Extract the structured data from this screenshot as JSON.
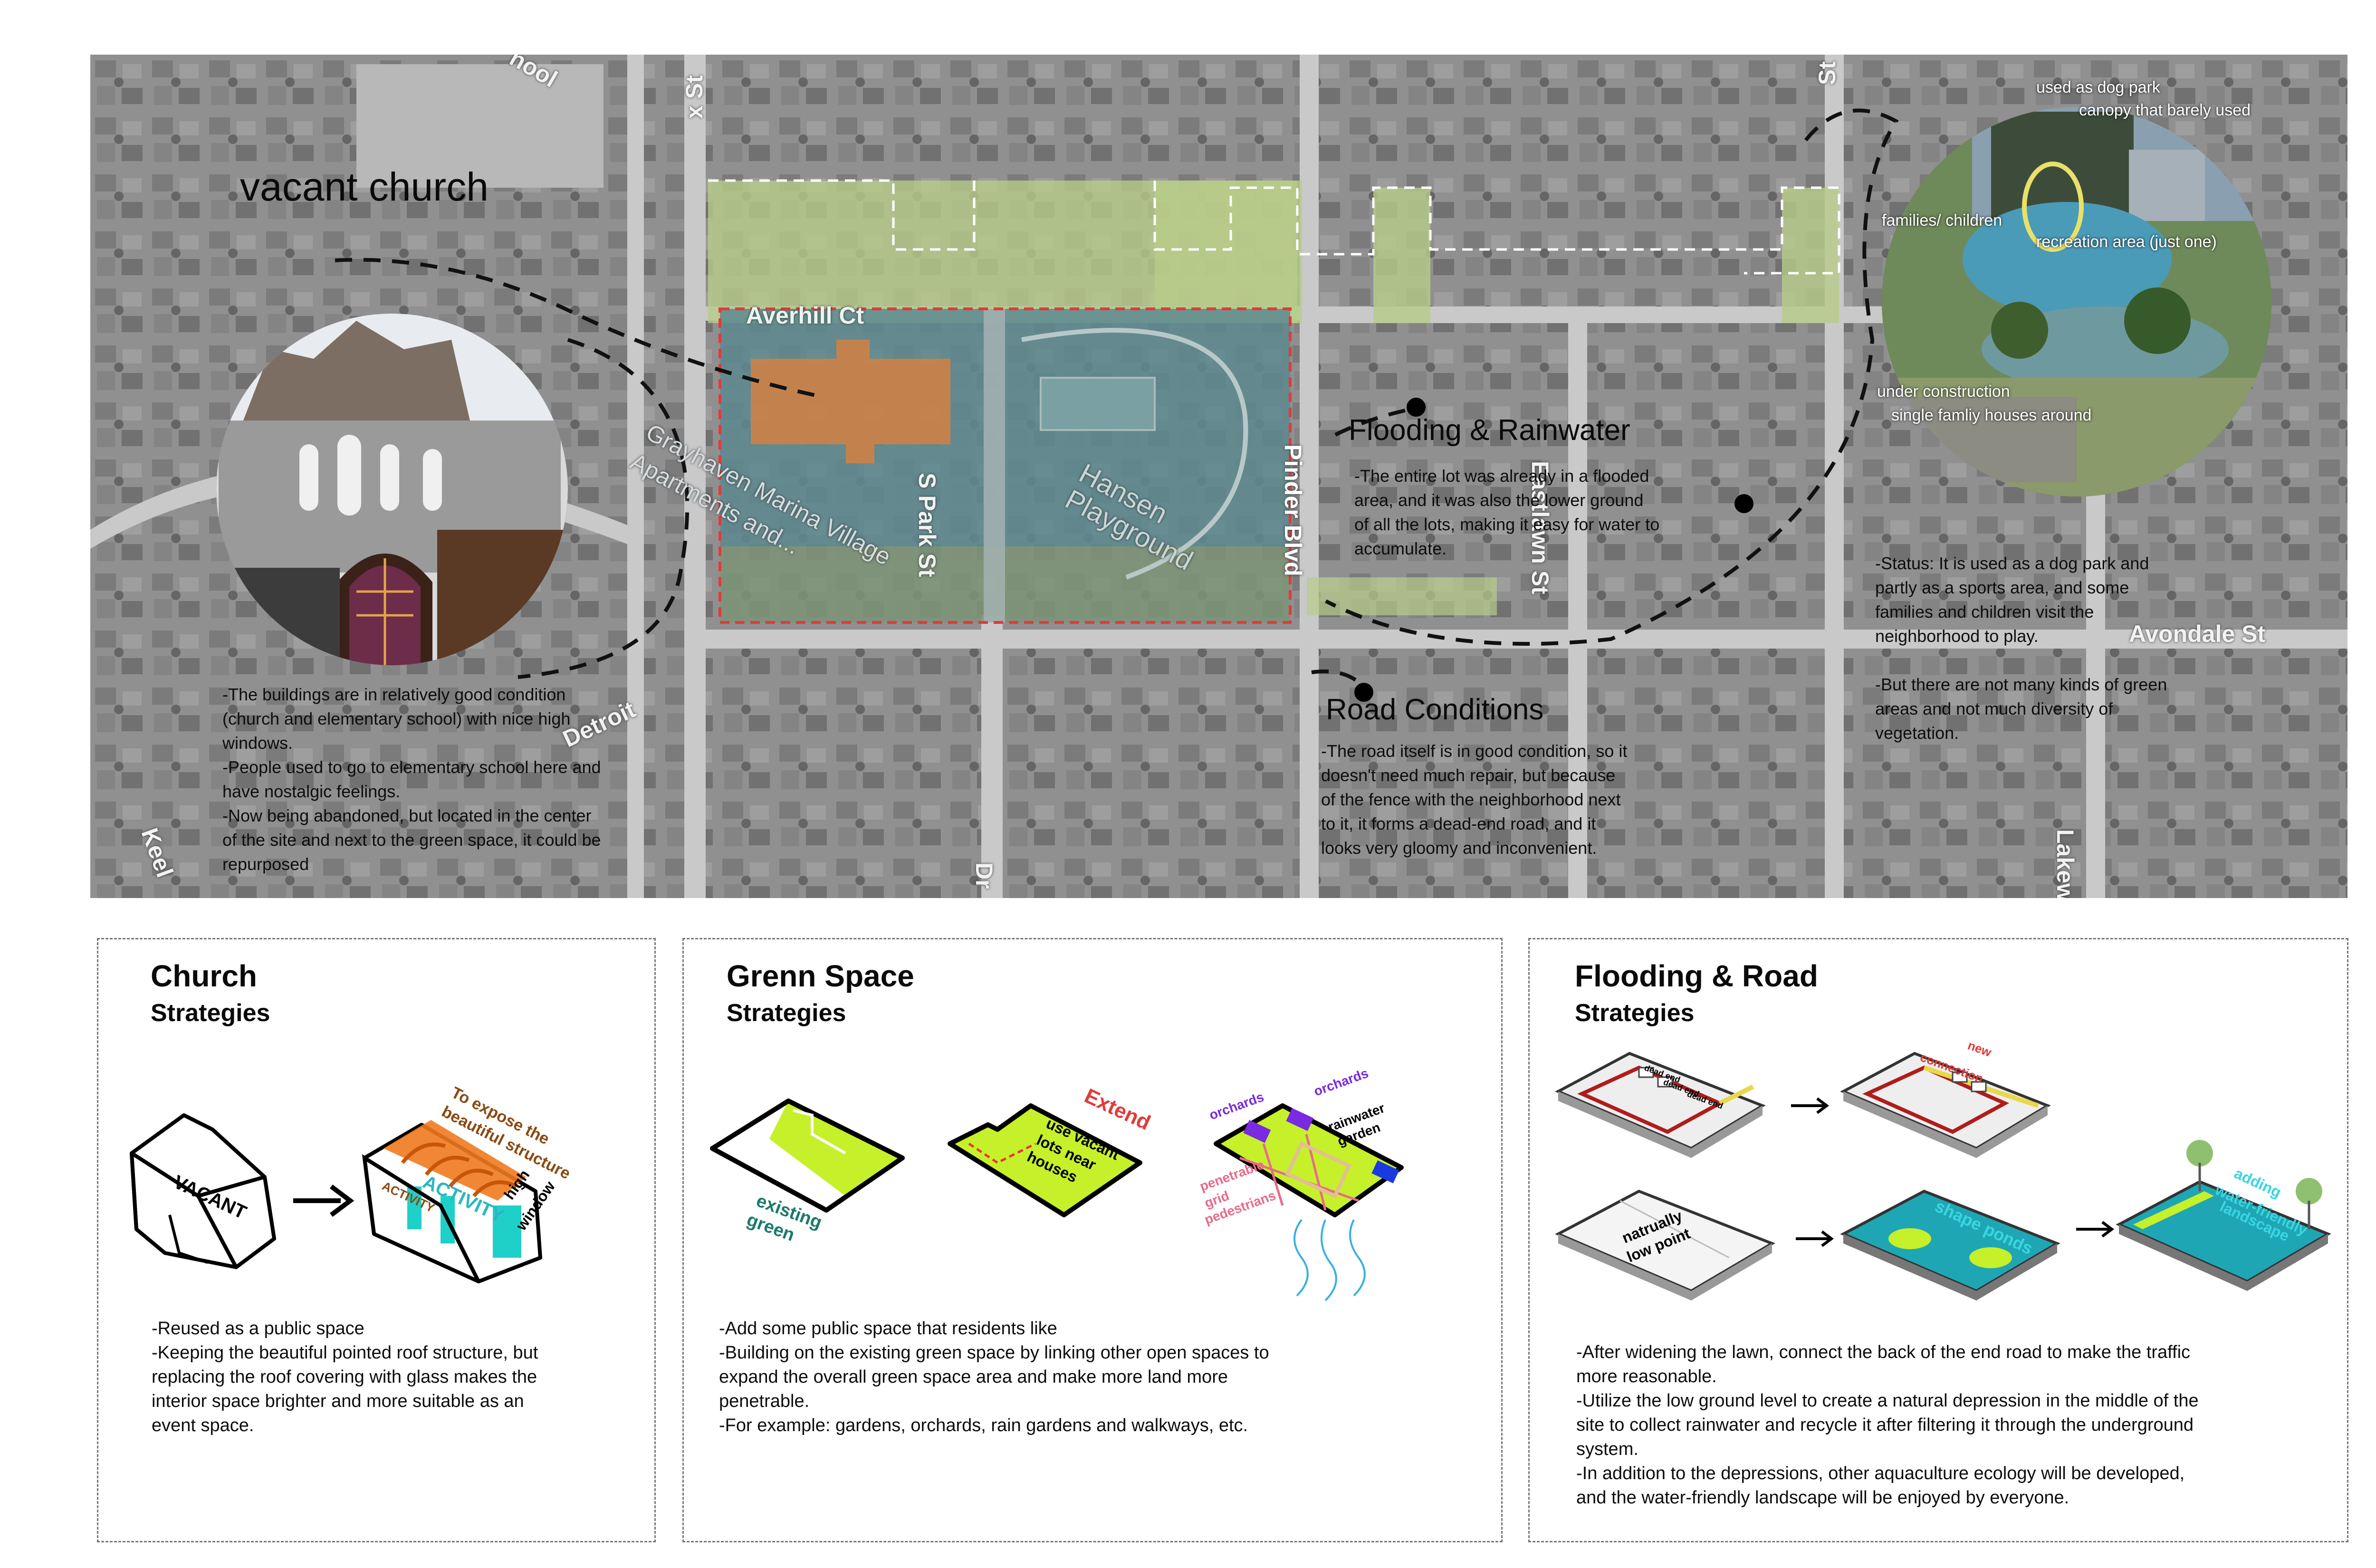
{
  "map": {
    "streets": {
      "school": "hool",
      "x_st": "x St",
      "st_top_right": "St",
      "averhill": "Averhill Ct",
      "s_park": "S Park St",
      "pinder": "Pinder Blvd",
      "eastlawn": "Eastlawn St",
      "avondale": "Avondale St",
      "lakewood": "Lakewood St",
      "detroit": "Detroit",
      "keel": "Keel",
      "dr": "Dr",
      "grayhaven": "Grayhaven Marina Village Apartments and...",
      "hansen": "Hansen Playground"
    },
    "church": {
      "title": "vacant church",
      "text": "-The buildings are in relatively good condition\n(church and elementary school) with nice high\nwindows.\n-People used to go to elementary school here and\nhave nostalgic feelings.\n-Now being abandoned, but located in the center\nof the site and next to the green space, it could be\nrepurposed"
    },
    "flooding": {
      "title": "Flooding & Rainwater",
      "text": "-The entire lot was already in a flooded\narea, and it was also the lower ground\nof all the lots, making it easy for water to\naccumulate."
    },
    "road": {
      "title": "Road Conditions",
      "text": "-The road itself is in good condition, so it\ndoesn't need much repair, but because\nof the fence with the neighborhood next\nto it, it forms a dead-end road, and it\nlooks very gloomy and inconvenient."
    },
    "status": {
      "text": "-Status: It is used as a dog park and\npartly as a sports area, and some\nfamilies and children visit the\nneighborhood to play.\n\n-But there are not many kinds of green\nareas and not much diversity of\nvegetation."
    },
    "photo_labels": {
      "dog_park": "used as dog park",
      "canopy": "canopy that barely used",
      "families": "families/ children",
      "recreation": "recreation area (just one)",
      "construction": "under construction",
      "houses": "single famliy houses around"
    }
  },
  "panels": [
    {
      "title": "Church",
      "subtitle": "Strategies",
      "labels": {
        "vacant": "VACANT",
        "expose_1": "To expose the",
        "expose_2": "beautiful structure",
        "activity": "ACTIVITY",
        "activity_small": "ACTIVITY",
        "high": "high",
        "window": "window"
      },
      "text": "-Reused as a public space\n-Keeping the beautiful pointed roof structure, but\nreplacing the roof covering with glass makes the\ninterior space brighter and more suitable as an\nevent space."
    },
    {
      "title": "Grenn Space",
      "subtitle": "Strategies",
      "labels": {
        "existing": "existing",
        "green": "green",
        "extend": "Extend",
        "use_vacant": "use vacant",
        "lots_near": "lots near",
        "houses": "houses",
        "orchards_1": "orchards",
        "orchards_2": "orchards",
        "rainwater": "rainwater",
        "garden": "garden",
        "penetrable": "penetrable",
        "grid": "grid",
        "pedestrians": "pedestrians"
      },
      "text": "-Add some public space that residents like\n-Building on the existing green space by linking other open spaces to\nexpand the overall green space area and make more land more\npenetrable.\n-For example: gardens, orchards, rain gardens and walkways, etc."
    },
    {
      "title": "Flooding & Road",
      "subtitle": "Strategies",
      "labels": {
        "dead_end_1": "dead end",
        "dead_end_2": "dead end",
        "dead_end_3": "dead end",
        "new": "new",
        "connection": "connection",
        "naturally": "natrually",
        "low_point": "low point",
        "shape_ponds": "shape ponds",
        "adding": "adding",
        "water_friendly": "water-friendly",
        "landscape": "landscape"
      },
      "text": "-After widening the lawn, connect the back of the end road to make the traffic\nmore reasonable.\n-Utilize the low ground level to create a natural depression in the middle of the\nsite to collect rainwater and recycle it after filtering it through the underground\nsystem.\n-In addition to the depressions, other aquaculture ecology will be developed,\nand the water-friendly landscape will be enjoyed by everyone."
    }
  ],
  "colors": {
    "site_outline": "#e23a3a",
    "church_roof": "#c8824a",
    "lime": "#c6f02a",
    "pond": "#1fa6b5",
    "map_bg": "#8f8f8f"
  }
}
